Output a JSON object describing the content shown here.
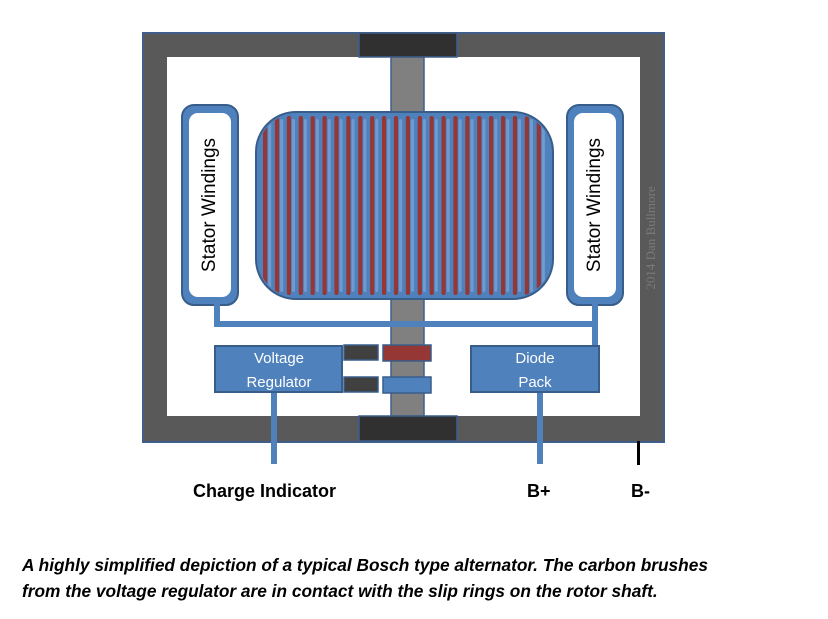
{
  "labels": {
    "stator_left": "Stator Windings",
    "stator_right": "Stator Windings",
    "voltage_regulator_line1": "Voltage",
    "voltage_regulator_line2": "Regulator",
    "diode_pack_line1": "Diode",
    "diode_pack_line2": "Pack",
    "charge_indicator": "Charge Indicator",
    "b_plus": "B+",
    "b_minus": "B-",
    "credit": "2014 Dan Bullmore"
  },
  "caption": {
    "line1": "A highly simplified depiction of a typical Bosch type alternator. The carbon brushes",
    "line2": "from the voltage regulator are in contact with the slip rings on the rotor shaft."
  },
  "colors": {
    "housing": "#595959",
    "bearing": "#303030",
    "shaft": "#808080",
    "blue_fill": "#4f81bd",
    "blue_stroke": "#385d8a",
    "winding_red": "#953735",
    "brush": "#404040"
  }
}
